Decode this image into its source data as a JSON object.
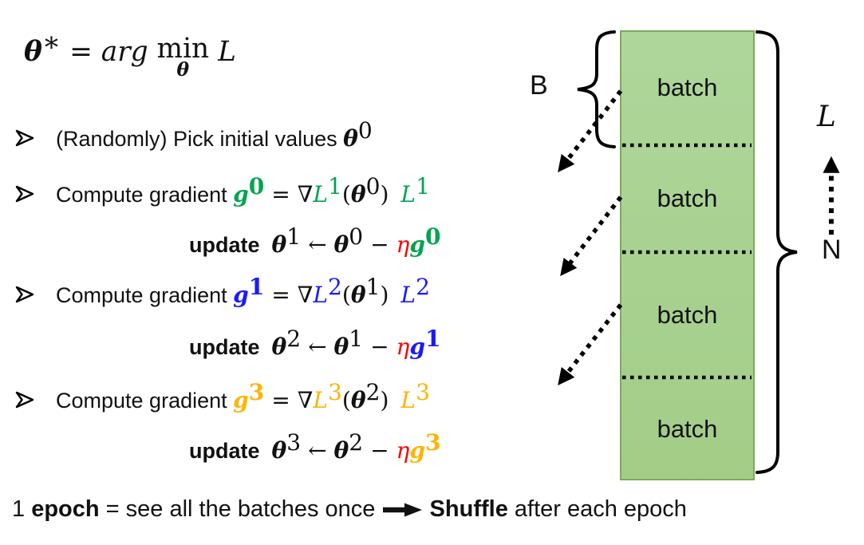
{
  "colors": {
    "green": "#00a550",
    "blue": "#1a1aff",
    "orange": "#ffb400",
    "red": "#ff0000",
    "black": "#111111",
    "batch_fill": "#a9d18e",
    "batch_border": "#7aab5b"
  },
  "argmin": [
    {
      "t": "θ",
      "b": 1,
      "i": 1,
      "f": "serif"
    },
    {
      "t": "∗",
      "sup": 1,
      "f": "serif"
    },
    {
      "t": " = ",
      "f": "serif"
    },
    {
      "t": "arg ",
      "i": 1,
      "f": "serif"
    },
    {
      "t": "min",
      "f": "serif",
      "under": "θ"
    },
    {
      "t": " ",
      "f": "serif"
    },
    {
      "t": "L",
      "i": 1,
      "f": "serif"
    }
  ],
  "steps": {
    "pick_initial": [
      {
        "t": "(Randomly) Pick initial values "
      },
      {
        "t": "θ",
        "b": 1,
        "i": 1,
        "f": "serif"
      },
      {
        "t": "0",
        "sup": 1,
        "f": "serif"
      }
    ],
    "grad1": [
      {
        "t": "Compute gradient "
      },
      {
        "t": "g",
        "c": "green",
        "b": 1,
        "i": 1,
        "f": "serif"
      },
      {
        "t": "0",
        "c": "green",
        "b": 1,
        "sup": 1,
        "f": "serif"
      },
      {
        "t": " = ",
        "f": "serif"
      },
      {
        "t": "∇",
        "f": "serif"
      },
      {
        "t": "L",
        "c": "green",
        "i": 1,
        "f": "serif"
      },
      {
        "t": "1",
        "c": "green",
        "sup": 1,
        "f": "serif"
      },
      {
        "t": "(",
        "f": "serif"
      },
      {
        "t": "θ",
        "b": 1,
        "i": 1,
        "f": "serif"
      },
      {
        "t": "0",
        "sup": 1,
        "f": "serif"
      },
      {
        "t": ")",
        "f": "serif"
      },
      {
        "t": "  "
      },
      {
        "t": "L",
        "c": "green",
        "i": 1,
        "f": "serif"
      },
      {
        "t": "1",
        "c": "green",
        "sup": 1,
        "f": "serif"
      }
    ],
    "update1": [
      {
        "t": "update",
        "b": 1
      },
      {
        "t": "  "
      },
      {
        "t": "θ",
        "b": 1,
        "i": 1,
        "f": "serif"
      },
      {
        "t": "1",
        "sup": 1,
        "f": "serif"
      },
      {
        "t": " ← ",
        "f": "serif"
      },
      {
        "t": "θ",
        "b": 1,
        "i": 1,
        "f": "serif"
      },
      {
        "t": "0",
        "sup": 1,
        "f": "serif"
      },
      {
        "t": " − ",
        "f": "serif"
      },
      {
        "t": "η",
        "c": "red",
        "i": 1,
        "f": "serif"
      },
      {
        "t": "g",
        "c": "green",
        "b": 1,
        "i": 1,
        "f": "serif"
      },
      {
        "t": "0",
        "c": "green",
        "b": 1,
        "sup": 1,
        "f": "serif"
      }
    ],
    "grad2": [
      {
        "t": "Compute gradient "
      },
      {
        "t": "g",
        "c": "blue",
        "b": 1,
        "i": 1,
        "f": "serif"
      },
      {
        "t": "1",
        "c": "blue",
        "b": 1,
        "sup": 1,
        "f": "serif"
      },
      {
        "t": " = ",
        "f": "serif"
      },
      {
        "t": "∇",
        "f": "serif"
      },
      {
        "t": "L",
        "c": "blue",
        "i": 1,
        "f": "serif"
      },
      {
        "t": "2",
        "c": "blue",
        "sup": 1,
        "f": "serif"
      },
      {
        "t": "(",
        "f": "serif"
      },
      {
        "t": "θ",
        "b": 1,
        "i": 1,
        "f": "serif"
      },
      {
        "t": "1",
        "sup": 1,
        "f": "serif"
      },
      {
        "t": ")",
        "f": "serif"
      },
      {
        "t": "  "
      },
      {
        "t": "L",
        "c": "blue",
        "i": 1,
        "f": "serif"
      },
      {
        "t": "2",
        "c": "blue",
        "sup": 1,
        "f": "serif"
      }
    ],
    "update2": [
      {
        "t": "update",
        "b": 1
      },
      {
        "t": "  "
      },
      {
        "t": "θ",
        "b": 1,
        "i": 1,
        "f": "serif"
      },
      {
        "t": "2",
        "sup": 1,
        "f": "serif"
      },
      {
        "t": " ← ",
        "f": "serif"
      },
      {
        "t": "θ",
        "b": 1,
        "i": 1,
        "f": "serif"
      },
      {
        "t": "1",
        "sup": 1,
        "f": "serif"
      },
      {
        "t": " − ",
        "f": "serif"
      },
      {
        "t": "η",
        "c": "red",
        "i": 1,
        "f": "serif"
      },
      {
        "t": "g",
        "c": "blue",
        "b": 1,
        "i": 1,
        "f": "serif"
      },
      {
        "t": "1",
        "c": "blue",
        "b": 1,
        "sup": 1,
        "f": "serif"
      }
    ],
    "grad3": [
      {
        "t": "Compute gradient "
      },
      {
        "t": "g",
        "c": "orange",
        "b": 1,
        "i": 1,
        "f": "serif"
      },
      {
        "t": "3",
        "c": "orange",
        "b": 1,
        "sup": 1,
        "f": "serif"
      },
      {
        "t": " = ",
        "f": "serif"
      },
      {
        "t": "∇",
        "f": "serif"
      },
      {
        "t": "L",
        "c": "orange",
        "i": 1,
        "f": "serif"
      },
      {
        "t": "3",
        "c": "orange",
        "sup": 1,
        "f": "serif"
      },
      {
        "t": "(",
        "f": "serif"
      },
      {
        "t": "θ",
        "b": 1,
        "i": 1,
        "f": "serif"
      },
      {
        "t": "2",
        "sup": 1,
        "f": "serif"
      },
      {
        "t": ")",
        "f": "serif"
      },
      {
        "t": "  "
      },
      {
        "t": "L",
        "c": "orange",
        "i": 1,
        "f": "serif"
      },
      {
        "t": "3",
        "c": "orange",
        "sup": 1,
        "f": "serif"
      }
    ],
    "update3": [
      {
        "t": "update",
        "b": 1
      },
      {
        "t": "  "
      },
      {
        "t": "θ",
        "b": 1,
        "i": 1,
        "f": "serif"
      },
      {
        "t": "3",
        "sup": 1,
        "f": "serif"
      },
      {
        "t": " ← ",
        "f": "serif"
      },
      {
        "t": "θ",
        "b": 1,
        "i": 1,
        "f": "serif"
      },
      {
        "t": "2",
        "sup": 1,
        "f": "serif"
      },
      {
        "t": " − ",
        "f": "serif"
      },
      {
        "t": "η",
        "c": "red",
        "i": 1,
        "f": "serif"
      },
      {
        "t": "g",
        "c": "orange",
        "b": 1,
        "i": 1,
        "f": "serif"
      },
      {
        "t": "3",
        "c": "orange",
        "b": 1,
        "sup": 1,
        "f": "serif"
      }
    ]
  },
  "footer": [
    {
      "t": "1 "
    },
    {
      "t": "epoch",
      "b": 1
    },
    {
      "t": " = see all the batches once "
    },
    {
      "icon": "arrow-right"
    },
    {
      "t": " "
    },
    {
      "t": "Shuffle",
      "b": 1
    },
    {
      "t": " after each epoch"
    }
  ],
  "diagram": {
    "batch_labels": [
      "batch",
      "batch",
      "batch",
      "batch"
    ],
    "b_label": "B",
    "n_label": "N",
    "l_label": "L"
  }
}
